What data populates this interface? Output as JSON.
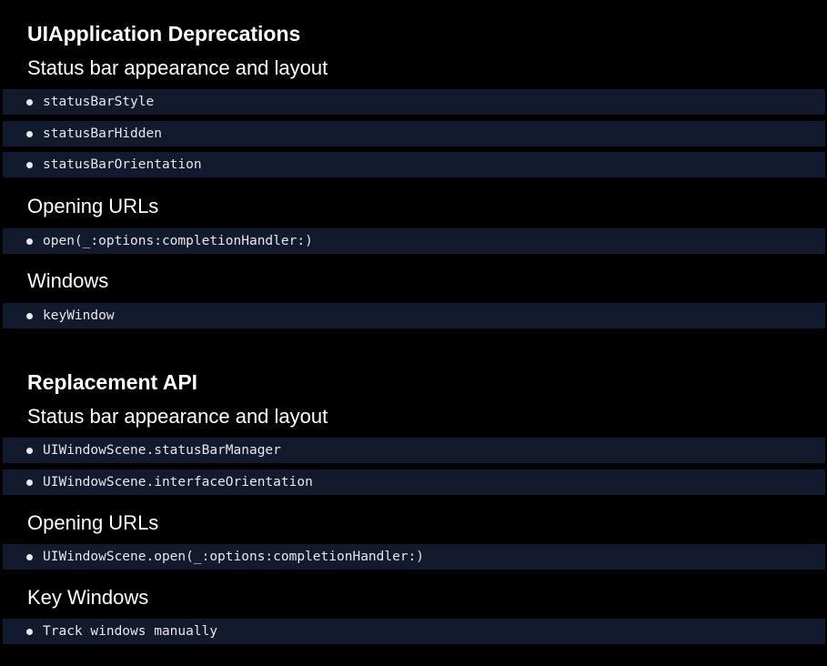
{
  "deprecations": {
    "title": "UIApplication Deprecations",
    "groups": [
      {
        "heading": "Status bar appearance and layout",
        "items": [
          "statusBarStyle",
          "statusBarHidden",
          "statusBarOrientation"
        ]
      },
      {
        "heading": "Opening URLs",
        "items": [
          "open(_:options:completionHandler:)"
        ]
      },
      {
        "heading": "Windows",
        "items": [
          "keyWindow"
        ]
      }
    ]
  },
  "replacement": {
    "title": "Replacement API",
    "groups": [
      {
        "heading": "Status bar appearance and layout",
        "items": [
          "UIWindowScene.statusBarManager",
          "UIWindowScene.interfaceOrientation"
        ]
      },
      {
        "heading": "Opening URLs",
        "items": [
          "UIWindowScene.open(_:options:completionHandler:)"
        ]
      },
      {
        "heading": "Key Windows",
        "items": [
          "Track windows manually"
        ]
      }
    ]
  },
  "colors": {
    "background": "#000000",
    "row_background": "#131a2e",
    "text": "#ffffff"
  }
}
